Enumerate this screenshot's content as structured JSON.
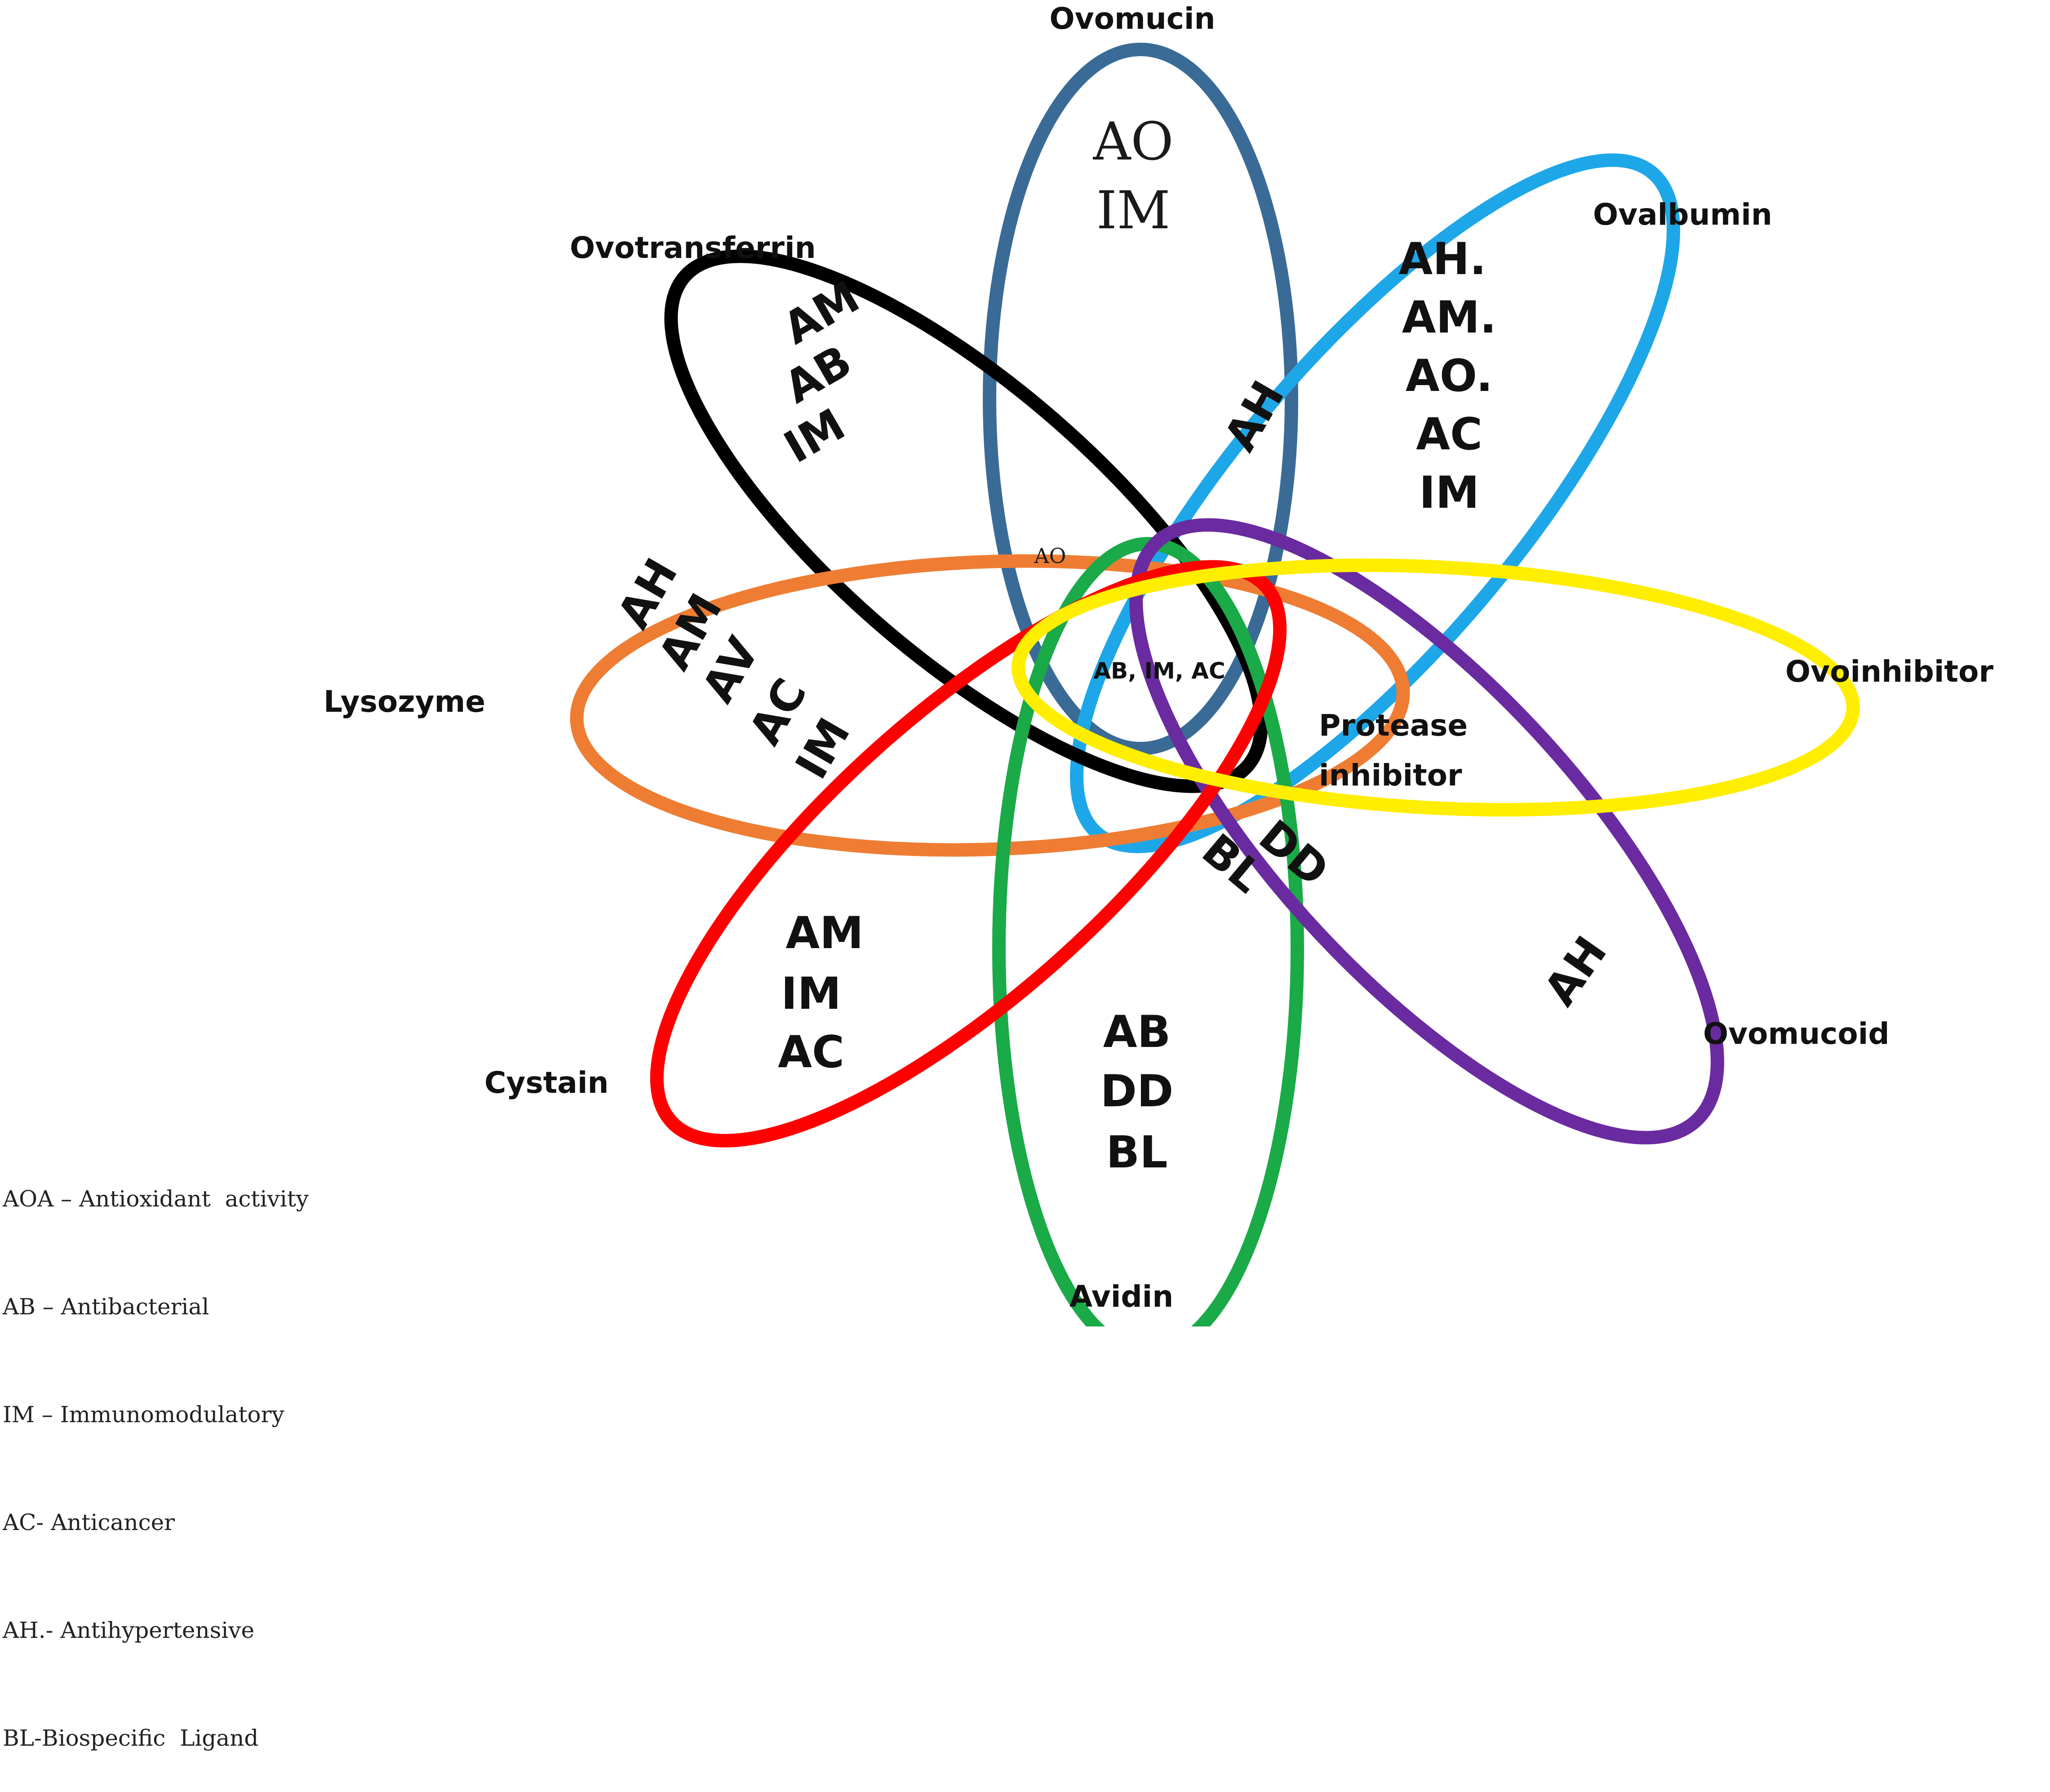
{
  "colors": {
    "ovomucin": "#3a6b96",
    "ovalbumin": "#1ea7e8",
    "ovotransferrin": "#000000",
    "lysozyme": "#ee7d33",
    "ovoinhibitor": "#ffee00",
    "ovomucoid": "#6a2aa0",
    "cystain": "#ff0000",
    "avidin": "#1aaa47"
  },
  "proteins": {
    "ovomucin": "Ovomucin",
    "ovalbumin": "Ovalbumin",
    "ovotransferrin": "Ovotransferrin",
    "lysozyme": "Lysozyme",
    "ovoinhibitor": "Ovoinhibitor",
    "ovomucoid": "Ovomucoid",
    "cystain": "Cystain",
    "avidin": "Avidin"
  },
  "activities": {
    "ovomucin": [
      "AO",
      "IM"
    ],
    "ovalbumin": [
      "AH.",
      "AM.",
      "AO.",
      "AC",
      "IM"
    ],
    "ovalbumin_overlap": "AH",
    "ovotransferrin": [
      "AM",
      "AB",
      "IM"
    ],
    "lysozyme": [
      "AH",
      "AM",
      "AV",
      "AC",
      "IM"
    ],
    "cystain": [
      "AM",
      "IM",
      "AC"
    ],
    "avidin": [
      "AB",
      "DD",
      "BL"
    ],
    "avidin_overlap": [
      "DD",
      "BL"
    ],
    "ovomucoid": "AH",
    "protease": [
      "Protease",
      "inhibitor"
    ],
    "center": "AB, IM, AC",
    "center_small": "AO"
  },
  "legend": [
    "AOA – Antioxidant  activity",
    "AB – Antibacterial",
    "IM – Immunomodulatory",
    "AC- Anticancer",
    "AH.- Antihypertensive",
    "BL-Biospecific  Ligand"
  ]
}
